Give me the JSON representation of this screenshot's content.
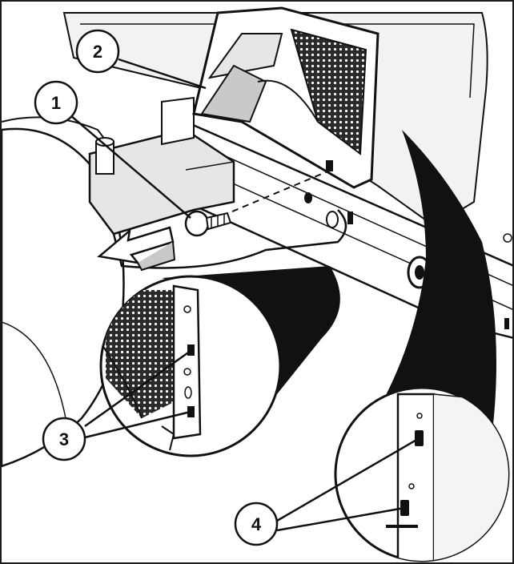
{
  "figure": {
    "kind": "exploded assembly illustration",
    "palette": {
      "ink": "#111111",
      "paper": "#ffffff",
      "shade_light": "#e6e6e6",
      "shade_mid": "#c9c9c9",
      "mesh": "#2a2a2a"
    },
    "callouts": [
      {
        "id": "callout-1",
        "label": "1",
        "target": "push-pin-fastener"
      },
      {
        "id": "callout-2",
        "label": "2",
        "target": "grille-bracket-panel"
      },
      {
        "id": "callout-3",
        "label": "3",
        "target": "upper-detail-clips"
      },
      {
        "id": "callout-4",
        "label": "4",
        "target": "lower-detail-slots"
      }
    ],
    "icons": {
      "direction_arrow": "removal-direction-arrow-icon",
      "fastener": "push-pin-icon"
    }
  }
}
